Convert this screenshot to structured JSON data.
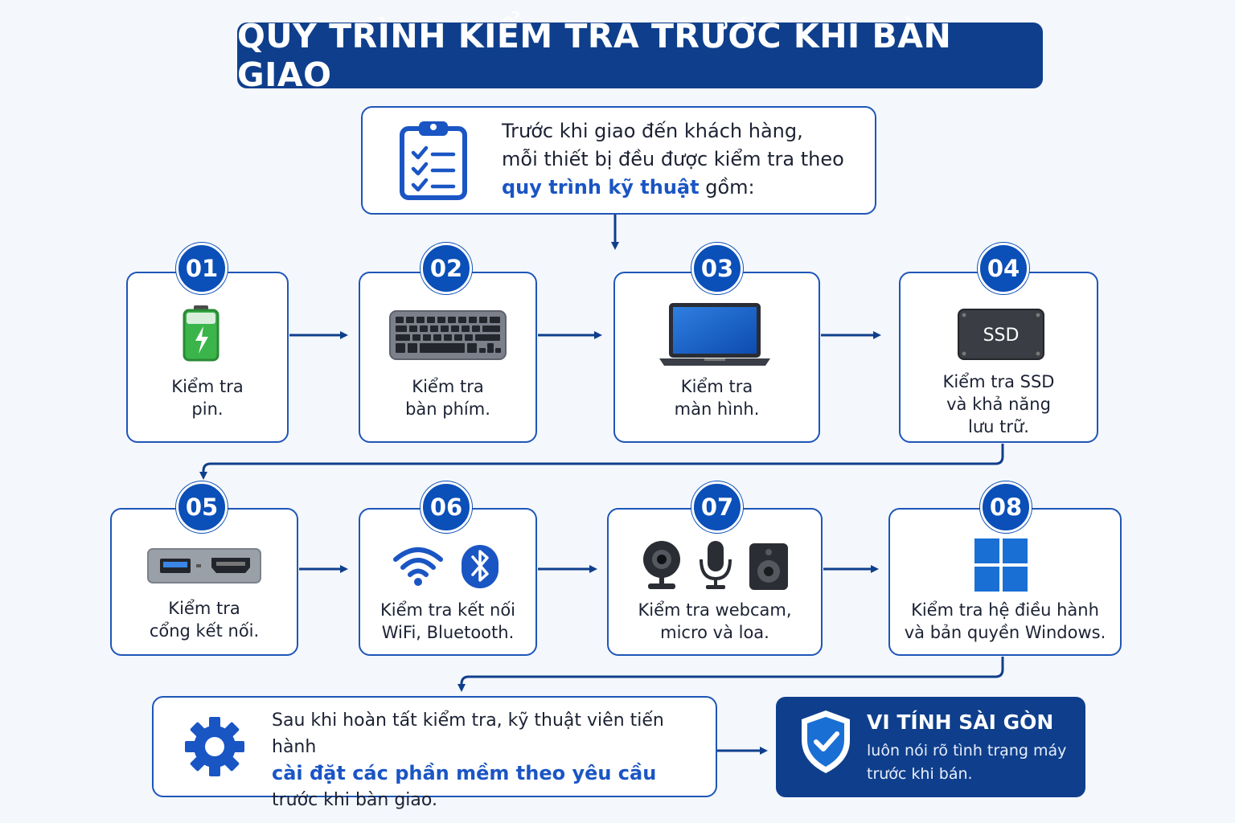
{
  "title": "QUY TRÌNH KIỂM TRA TRƯỚC KHI BÀN GIAO",
  "intro": {
    "line1": "Trước khi giao đến khách hàng,",
    "line2": "mỗi thiết bị đều được kiểm tra theo",
    "highlight": "quy trình kỹ thuật",
    "tail": " gồm:",
    "icon": "clipboard-checklist-icon"
  },
  "steps": [
    {
      "number": "01",
      "line1": "Kiểm tra",
      "line2": "pin.",
      "icon": "battery-icon"
    },
    {
      "number": "02",
      "line1": "Kiểm tra",
      "line2": "bàn phím.",
      "icon": "keyboard-icon"
    },
    {
      "number": "03",
      "line1": "Kiểm tra",
      "line2": "màn hình.",
      "icon": "laptop-icon"
    },
    {
      "number": "04",
      "line1": "Kiểm tra SSD",
      "line2": "và khả năng",
      "line3": "lưu trữ.",
      "icon": "ssd-icon",
      "icon_text": "SSD"
    },
    {
      "number": "05",
      "line1": "Kiểm tra",
      "line2": "cổng kết nối.",
      "icon": "ports-icon"
    },
    {
      "number": "06",
      "line1": "Kiểm tra kết nối",
      "line2": "WiFi, Bluetooth.",
      "icon": "wifi-bluetooth-icon"
    },
    {
      "number": "07",
      "line1": "Kiểm tra webcam,",
      "line2": "micro và loa.",
      "icon": "webcam-mic-speaker-icon"
    },
    {
      "number": "08",
      "line1": "Kiểm tra hệ điều hành",
      "line2": "và bản quyền Windows.",
      "icon": "windows-icon"
    }
  ],
  "final": {
    "line1": "Sau khi hoàn tất kiểm tra, kỹ thuật viên tiến hành",
    "highlight": "cài đặt các phần mềm theo yêu cầu",
    "line3": "trước khi bàn giao.",
    "icon": "gear-icon"
  },
  "brand": {
    "name": "VI TÍNH SÀI GÒN",
    "line1": "luôn nói rõ tình trạng máy",
    "line2": "trước khi bán.",
    "icon": "shield-check-icon"
  },
  "colors": {
    "primary": "#0f3f8c",
    "accent": "#1a55c4",
    "badge": "#0b4fb8",
    "border": "#1e56b8",
    "battery_green": "#3bb54a",
    "background": "#f4f7fc"
  }
}
